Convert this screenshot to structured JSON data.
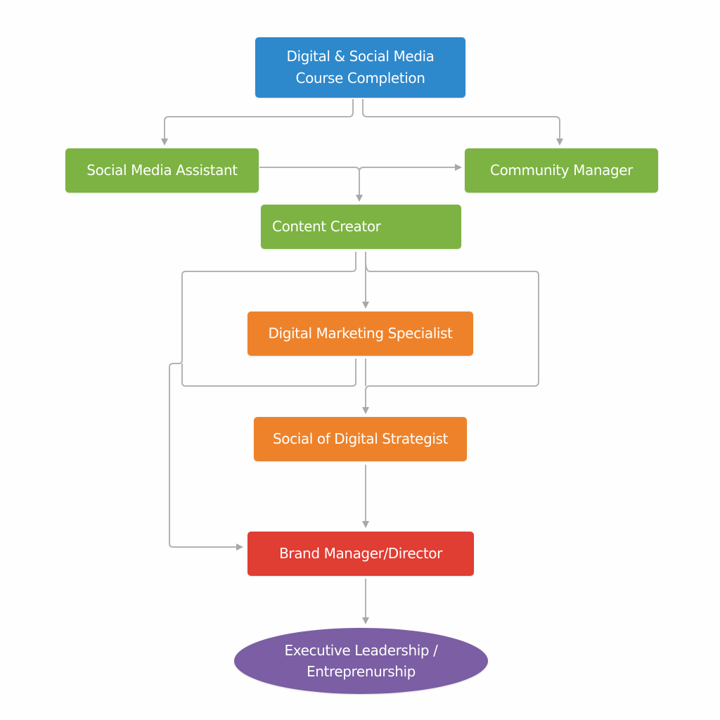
{
  "diagram": {
    "type": "career-path-flowchart",
    "colors": {
      "start": "#2e88cc",
      "entry_level": "#7cb342",
      "mid_level": "#ee822a",
      "senior_level": "#e03d33",
      "executive": "#7b5ea3",
      "connector": "#b3b3b3"
    },
    "nodes": {
      "course": {
        "line1": "Digital & Social Media",
        "line2": "Course Completion",
        "level": "start"
      },
      "social_media_assistant": {
        "label": "Social Media Assistant",
        "level": "entry_level"
      },
      "community_manager": {
        "label": "Community Manager",
        "level": "entry_level"
      },
      "content_creator": {
        "label": "Content Creator",
        "level": "entry_level"
      },
      "digital_marketing_specialist": {
        "label": "Digital Marketing Specialist",
        "level": "mid_level"
      },
      "digital_strategist": {
        "label": "Social of Digital Strategist",
        "level": "mid_level"
      },
      "brand_manager": {
        "label": "Brand Manager/Director",
        "level": "senior_level"
      },
      "executive": {
        "line1": "Executive Leadership /",
        "line2": "Entreprenurship",
        "level": "executive"
      }
    },
    "edges": [
      {
        "from": "course",
        "to": "social_media_assistant"
      },
      {
        "from": "course",
        "to": "community_manager"
      },
      {
        "from": "social_media_assistant",
        "to": "community_manager"
      },
      {
        "from": "social_media_assistant",
        "to": "content_creator"
      },
      {
        "from": "content_creator",
        "to": "digital_marketing_specialist"
      },
      {
        "from": "content_creator",
        "to": "digital_strategist"
      },
      {
        "from": "content_creator",
        "to": "brand_manager"
      },
      {
        "from": "digital_marketing_specialist",
        "to": "digital_strategist"
      },
      {
        "from": "digital_strategist",
        "to": "brand_manager"
      },
      {
        "from": "brand_manager",
        "to": "executive"
      }
    ]
  }
}
